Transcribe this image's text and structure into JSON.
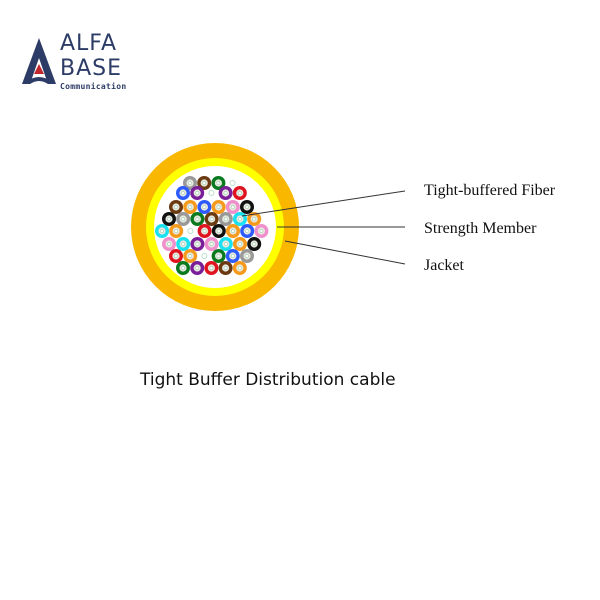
{
  "logo": {
    "line1": "ALFA",
    "line2": "BASE",
    "subtitle": "Communication",
    "color": "#2d3c66",
    "accent": "#c0282d"
  },
  "diagram": {
    "labels": {
      "fiber": "Tight-buffered Fiber",
      "strength": "Strength Member",
      "jacket": "Jacket"
    },
    "colors": {
      "jacket": "#f9b700",
      "strength": "#ffff00",
      "core": "#ffffff",
      "leader": "#333333"
    },
    "fiber_rows": [
      [
        "gray",
        "brown",
        "green",
        "empty"
      ],
      [
        "blue",
        "purple",
        "empty",
        "purple",
        "red"
      ],
      [
        "brown",
        "orange",
        "blue",
        "orange",
        "pink",
        "black"
      ],
      [
        "black",
        "gray",
        "green",
        "brown",
        "gray",
        "cyan",
        "orange"
      ],
      [
        "cyan",
        "orange",
        "empty",
        "red",
        "black",
        "orange",
        "blue",
        "pink"
      ],
      [
        "pink",
        "cyan",
        "purple",
        "pink",
        "cyan",
        "orange",
        "black"
      ],
      [
        "red",
        "orange",
        "empty",
        "green",
        "blue",
        "gray"
      ],
      [
        "green",
        "purple",
        "red",
        "brown",
        "orange"
      ]
    ],
    "palette": {
      "gray": "#999999",
      "brown": "#6b3a10",
      "green": "#0a7a1f",
      "blue": "#2d5bff",
      "purple": "#7a1f99",
      "red": "#e0141e",
      "orange": "#f59a1c",
      "pink": "#ef8fcc",
      "black": "#111111",
      "cyan": "#19e1ef"
    }
  },
  "caption": "Tight Buffer Distribution cable"
}
